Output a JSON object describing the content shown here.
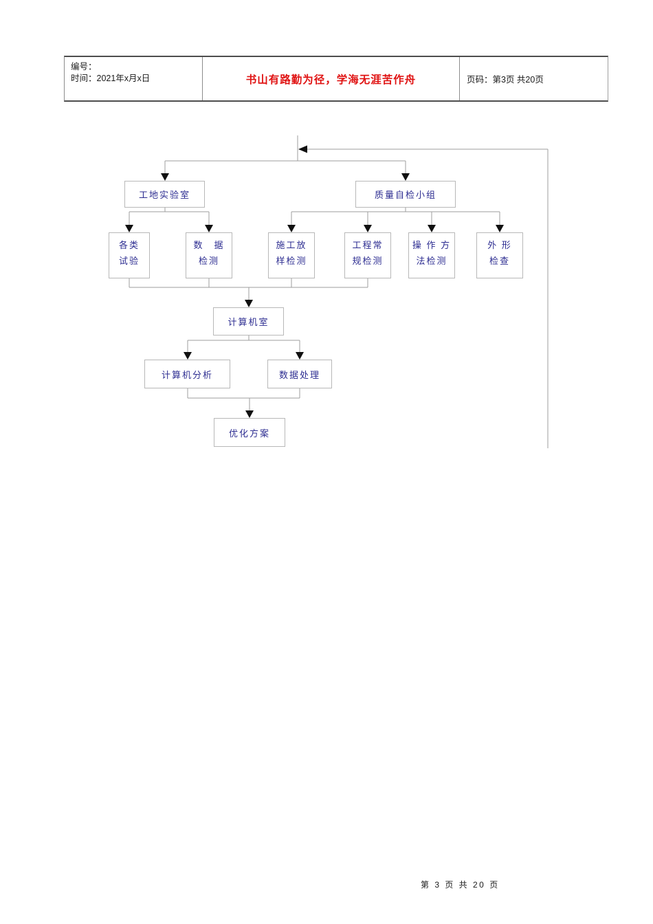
{
  "header": {
    "number_label": "编号：",
    "time_label": "时间：2021年x月x日",
    "motto": "书山有路勤为径，学海无涯苦作舟",
    "motto_color": "#e01212",
    "page_label": "页码：第3页 共20页"
  },
  "flowchart": {
    "colors": {
      "connector_line": "#9e9e9e",
      "box_border": "#b8b8b8",
      "box_text": "#2d2d91",
      "arrowhead": "#111111"
    },
    "nodes": {
      "site_lab": {
        "label": "工地实验室"
      },
      "quality_group": {
        "label": "质量自检小组"
      },
      "various_tests": {
        "line1": "各类",
        "line2": "试验"
      },
      "data_detection": {
        "line1": "数　据",
        "line2": "检测"
      },
      "layout_detection": {
        "line1": "施工放",
        "line2": "样检测"
      },
      "routine_detection": {
        "line1": "工程常",
        "line2": "规检测"
      },
      "method_detection": {
        "line1": "操 作 方",
        "line2": "法检测"
      },
      "appearance_check": {
        "line1": "外 形",
        "line2": "检查"
      },
      "computer_room": {
        "label": "计算机室"
      },
      "computer_analysis": {
        "label": "计算机分析"
      },
      "data_processing": {
        "label": "数据处理"
      },
      "optimization_plan": {
        "label": "优化方案"
      }
    }
  },
  "footer": {
    "page_indicator": "第 3 页 共 20 页"
  }
}
